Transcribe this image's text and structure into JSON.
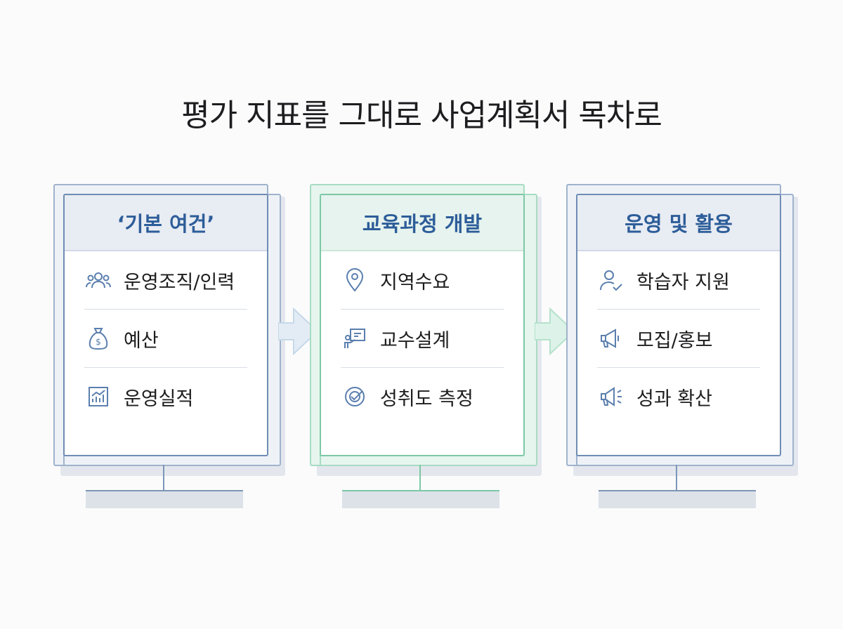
{
  "title": "평가 지표를 그대로 사업계획서 목차로",
  "colors": {
    "blue_accent": "#2d5d99",
    "panel_border": "#6f8cb4",
    "green_accent": "#7cc8a5"
  },
  "panels": [
    {
      "heading": "‘기본 여건’",
      "items": [
        {
          "label": "운영조직/인력",
          "icon": "people-icon"
        },
        {
          "label": "예산",
          "icon": "money-bag-icon"
        },
        {
          "label": "운영실적",
          "icon": "chart-icon"
        }
      ]
    },
    {
      "heading": "교육과정 개발",
      "items": [
        {
          "label": "지역수요",
          "icon": "location-pin-icon"
        },
        {
          "label": "교수설계",
          "icon": "presentation-icon"
        },
        {
          "label": "성취도 측정",
          "icon": "target-check-icon"
        }
      ]
    },
    {
      "heading": "운영 및 활용",
      "items": [
        {
          "label": "학습자 지원",
          "icon": "user-check-icon"
        },
        {
          "label": "모집/홍보",
          "icon": "megaphone-icon"
        },
        {
          "label": "성과 확산",
          "icon": "megaphone-sound-icon"
        }
      ]
    }
  ]
}
